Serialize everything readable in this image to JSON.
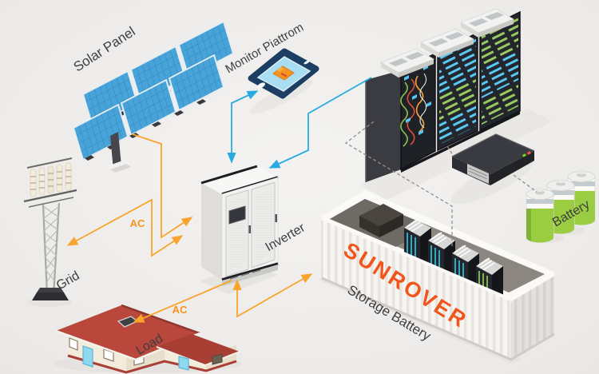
{
  "diagram": {
    "labels": {
      "solar_panel": "Solar Panel",
      "monitor_platform": "Monitor Piattrom",
      "inverter": "Inverter",
      "grid": "Grid",
      "load": "Load",
      "storage_battery": "Storage Battery",
      "battery": "Battery"
    },
    "edge_labels": {
      "grid_ac": "AC",
      "load_ac": "AC"
    },
    "brand": "SUNROVER",
    "colors": {
      "ac_line": "#F9A42B",
      "ac_label": "#F7941E",
      "monitor_line": "#29ABE2",
      "dashed_line": "#909090",
      "brand_orange": "#F0551C",
      "label_text": "#3E3E3E",
      "panel_blue": "#47A3D8",
      "battery_green": "#9ACD41",
      "roof_red": "#BA473C",
      "background": "#F0EFED"
    }
  }
}
